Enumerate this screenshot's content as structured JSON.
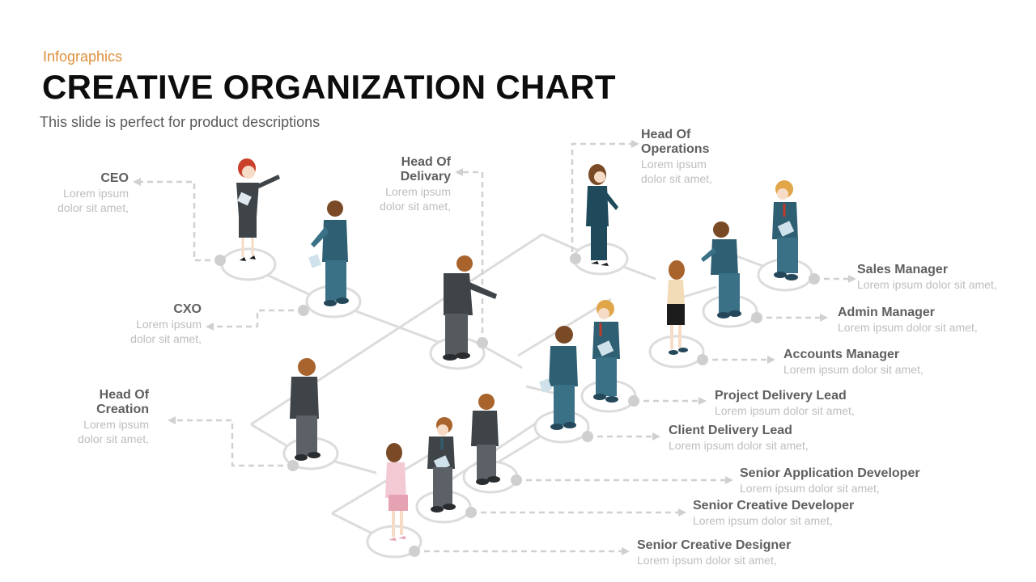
{
  "header": {
    "kicker": "Infographics",
    "title": "CREATIVE ORGANIZATION CHART",
    "subtitle": "This slide is perfect for product descriptions"
  },
  "colors": {
    "accent": "#e0913c",
    "title": "#0d0d0d",
    "role_text": "#5f5f5f",
    "desc_text": "#bdbdbd",
    "connector": "#d9d9d9",
    "suit_teal": "#2f5f73",
    "suit_gray": "#3f4448"
  },
  "roles": [
    {
      "id": "ceo",
      "title_lines": [
        "CEO"
      ],
      "desc_lines": [
        "Lorem ipsum",
        "dolor sit amet,"
      ]
    },
    {
      "id": "cxo",
      "title_lines": [
        "CXO"
      ],
      "desc_lines": [
        "Lorem ipsum",
        "dolor sit amet,"
      ]
    },
    {
      "id": "head-of-delivery",
      "title_lines": [
        "Head Of",
        "Delivary"
      ],
      "desc_lines": [
        "Lorem ipsum",
        "dolor sit amet,"
      ]
    },
    {
      "id": "head-of-operations",
      "title_lines": [
        "Head Of",
        "Operations"
      ],
      "desc_lines": [
        "Lorem ipsum",
        "dolor sit amet,"
      ]
    },
    {
      "id": "head-of-creation",
      "title_lines": [
        "Head Of",
        "Creation"
      ],
      "desc_lines": [
        "Lorem ipsum",
        "dolor sit amet,"
      ]
    },
    {
      "id": "sales-manager",
      "title_lines": [
        "Sales Manager"
      ],
      "desc_lines": [
        "Lorem ipsum dolor sit amet,"
      ]
    },
    {
      "id": "admin-manager",
      "title_lines": [
        "Admin Manager"
      ],
      "desc_lines": [
        "Lorem ipsum dolor sit amet,"
      ]
    },
    {
      "id": "accounts-manager",
      "title_lines": [
        "Accounts Manager"
      ],
      "desc_lines": [
        "Lorem ipsum dolor sit amet,"
      ]
    },
    {
      "id": "project-delivery-lead",
      "title_lines": [
        "Project Delivery Lead"
      ],
      "desc_lines": [
        "Lorem ipsum dolor sit amet,"
      ]
    },
    {
      "id": "client-delivery-lead",
      "title_lines": [
        "Client Delivery Lead"
      ],
      "desc_lines": [
        "Lorem ipsum dolor sit amet,"
      ]
    },
    {
      "id": "senior-application-developer",
      "title_lines": [
        "Senior Application Developer"
      ],
      "desc_lines": [
        "Lorem ipsum dolor sit amet,"
      ]
    },
    {
      "id": "senior-creative-developer",
      "title_lines": [
        "Senior Creative Developer"
      ],
      "desc_lines": [
        "Lorem ipsum dolor sit amet,"
      ]
    },
    {
      "id": "senior-creative-designer",
      "title_lines": [
        "Senior Creative Designer"
      ],
      "desc_lines": [
        "Lorem ipsum dolor sit amet,"
      ]
    }
  ]
}
